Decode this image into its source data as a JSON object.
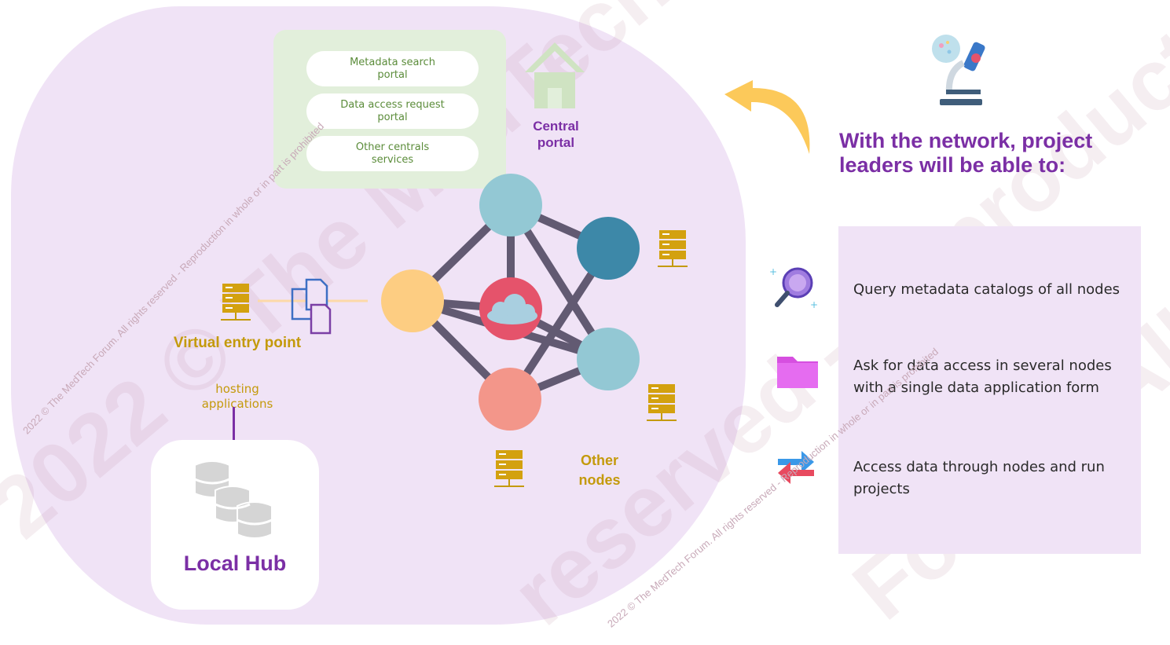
{
  "central_portal": {
    "label": "Central portal",
    "services": [
      "Metadata search portal",
      "Data access request portal",
      "Other centrals services"
    ]
  },
  "virtual_entry": {
    "title": "Virtual entry point",
    "subtitle": "hosting applications"
  },
  "local_hub": {
    "label": "Local Hub"
  },
  "other_nodes": {
    "label": "Other nodes"
  },
  "right_panel": {
    "heading": "With the network, project leaders will be able to:",
    "features": [
      {
        "icon": "magnifier-catalog-icon",
        "text": "Query metadata catalogs of all nodes"
      },
      {
        "icon": "folder-icon",
        "text": "Ask for data access in several nodes with a single data application form"
      },
      {
        "icon": "transfer-arrows-icon",
        "text": "Access data through nodes and run projects"
      }
    ]
  },
  "watermark": {
    "text": "2022 © The MedTech Forum. All rights reserved - Reproduction in whole or in part is prohibited"
  },
  "colors": {
    "background_blob": "#f0e3f6",
    "portal_box": "#e2efdb",
    "title_purple": "#7b2fa5",
    "gold": "#c49a0c",
    "node_light_blue": "#93c8d4",
    "node_dark_blue": "#3d88a8",
    "node_yellow": "#fdcd82",
    "node_salmon": "#f3968a",
    "node_center_red": "#e5536b",
    "edges": "#625a72"
  }
}
